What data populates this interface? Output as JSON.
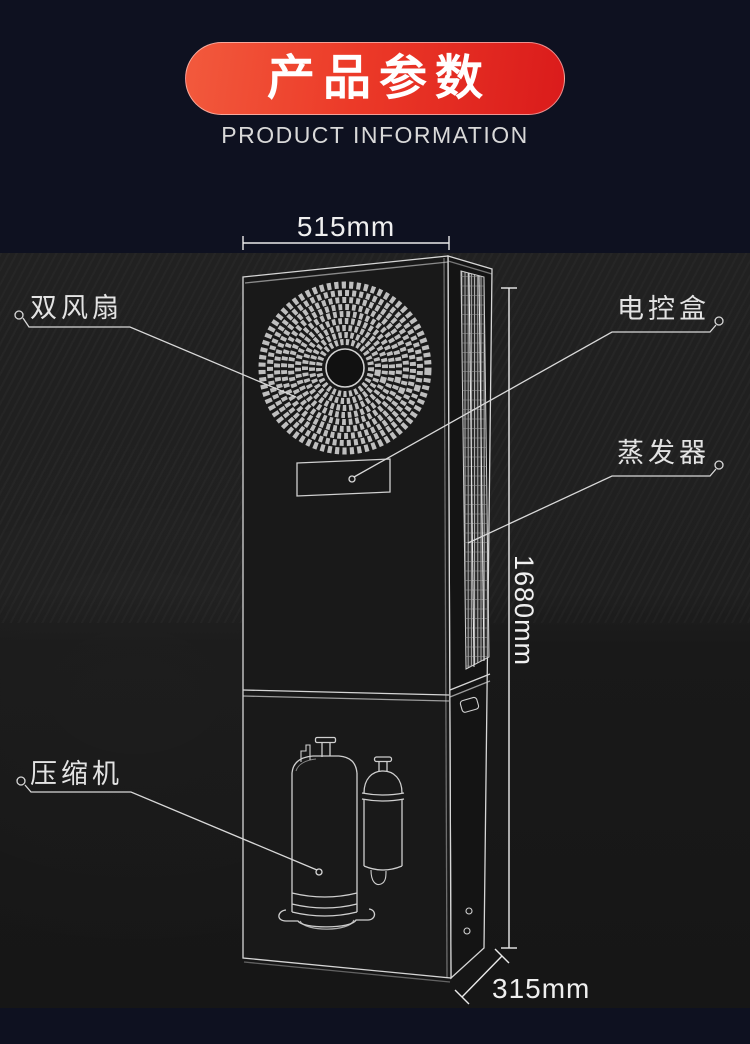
{
  "header": {
    "title": "产品参数",
    "subtitle": "PRODUCT INFORMATION"
  },
  "diagram": {
    "dimensions": {
      "width": "515mm",
      "height": "1680mm",
      "depth": "315mm"
    },
    "labels": {
      "fan": "双风扇",
      "control_box": "电控盒",
      "evaporator": "蒸发器",
      "compressor": "压缩机"
    }
  },
  "colors": {
    "banner_gradient_start": "#f25a3d",
    "banner_gradient_end": "#da1b1b",
    "page_background": "#0e1120",
    "photo_background": "#1d1d1d",
    "line_art": "#d6d6d6"
  }
}
